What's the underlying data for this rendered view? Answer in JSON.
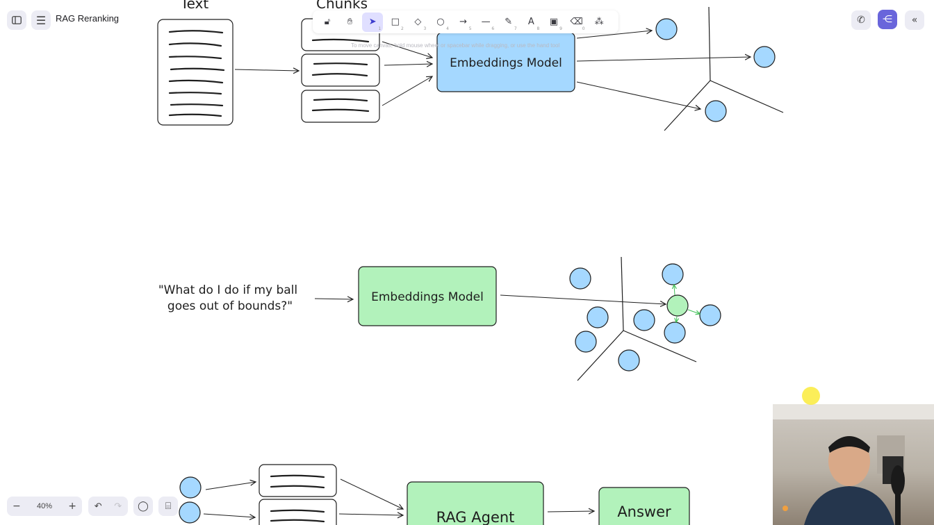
{
  "document": {
    "title": "RAG Reranking"
  },
  "toolbar": {
    "hint": "To move canvas, hold mouse wheel or spacebar while dragging, or use the hand tool",
    "tools": [
      {
        "name": "lock-tool",
        "icon": "lock-icon",
        "key": ""
      },
      {
        "name": "hand-tool",
        "icon": "hand-icon",
        "key": ""
      },
      {
        "name": "select-tool",
        "icon": "pointer-icon",
        "key": "1"
      },
      {
        "name": "rectangle-tool",
        "icon": "rectangle-icon",
        "key": "2"
      },
      {
        "name": "diamond-tool",
        "icon": "diamond-icon",
        "key": "3"
      },
      {
        "name": "ellipse-tool",
        "icon": "ellipse-icon",
        "key": "4"
      },
      {
        "name": "arrow-tool",
        "icon": "arrow-icon",
        "key": "5"
      },
      {
        "name": "line-tool",
        "icon": "line-icon",
        "key": "6"
      },
      {
        "name": "draw-tool",
        "icon": "pencil-icon",
        "key": "7"
      },
      {
        "name": "text-tool",
        "icon": "text-icon",
        "key": "8"
      },
      {
        "name": "image-tool",
        "icon": "image-icon",
        "key": "9"
      },
      {
        "name": "eraser-tool",
        "icon": "eraser-icon",
        "key": "0"
      },
      {
        "name": "more-tools",
        "icon": "shapes-icon",
        "key": ""
      }
    ],
    "active_tool": "select-tool"
  },
  "zoom": {
    "level": "40%",
    "minus": "−",
    "plus": "+"
  },
  "diagram": {
    "text_label": "Text",
    "chunks_label": "Chunks",
    "embeddings_model_top": "Embeddings Model",
    "query_line1": "\"What do I do if my ball",
    "query_line2": "goes out of bounds?\"",
    "embeddings_model_mid": "Embeddings Model",
    "rag_agent": "RAG Agent",
    "answer": "Answer"
  },
  "colors": {
    "accent": "#6965db",
    "blue_fill": "#a5d8ff",
    "green_fill": "#b2f2bb",
    "stroke": "#1e1e1e",
    "green_arrow": "#40c057"
  }
}
